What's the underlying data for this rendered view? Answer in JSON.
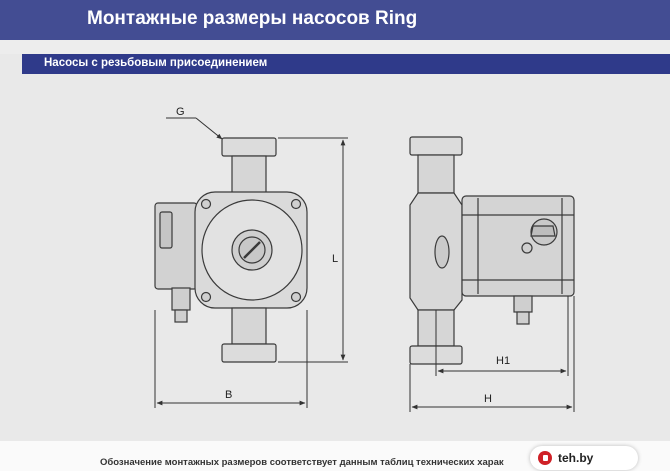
{
  "header": {
    "title": "Монтажные размеры насосов Ring",
    "colors": {
      "title_bar": "#434d93",
      "subtitle_bar": "#2f3a8a"
    }
  },
  "section": {
    "subtitle": "Насосы с резьбовым присоединением"
  },
  "diagram": {
    "labels": {
      "g": "G",
      "l": "L",
      "b": "B",
      "h1": "H1",
      "h": "H"
    }
  },
  "footer": {
    "note": "Обозначение монтажных размеров соответствует данным таблиц технических харак"
  },
  "watermark": {
    "text": "teh.by",
    "icon": "pin-icon"
  }
}
